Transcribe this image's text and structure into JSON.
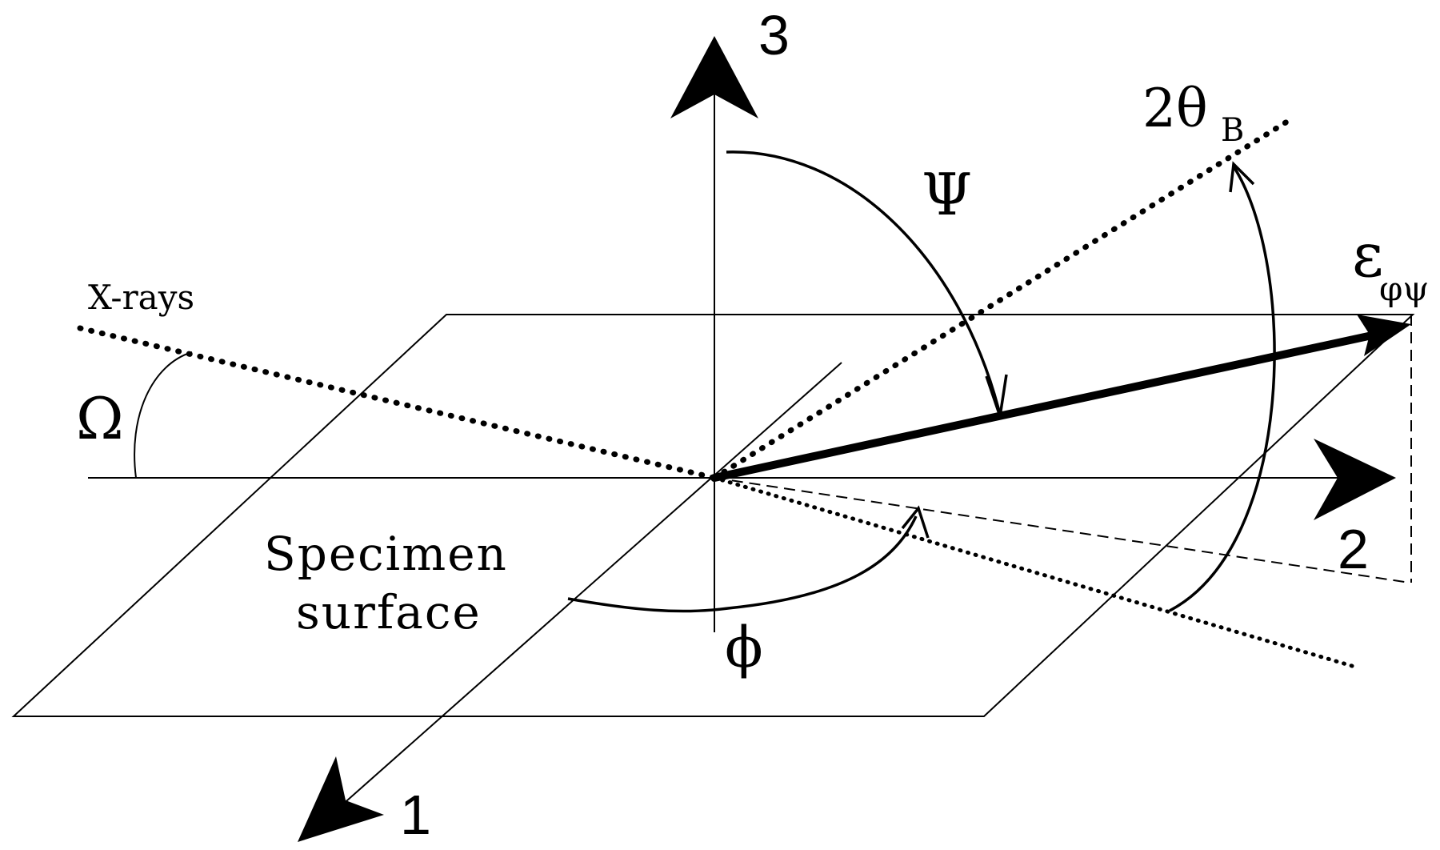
{
  "diagram": {
    "labels": {
      "axis_1": "1",
      "axis_2": "2",
      "axis_3": "3",
      "psi": "Ψ",
      "two_theta": "2θ",
      "two_theta_sub": "B",
      "epsilon": "ε",
      "epsilon_sub": "φψ",
      "xrays": "X-rays",
      "omega": "Ω",
      "specimen_line1": "Specimen",
      "specimen_line2": "surface",
      "phi": "ϕ"
    }
  }
}
